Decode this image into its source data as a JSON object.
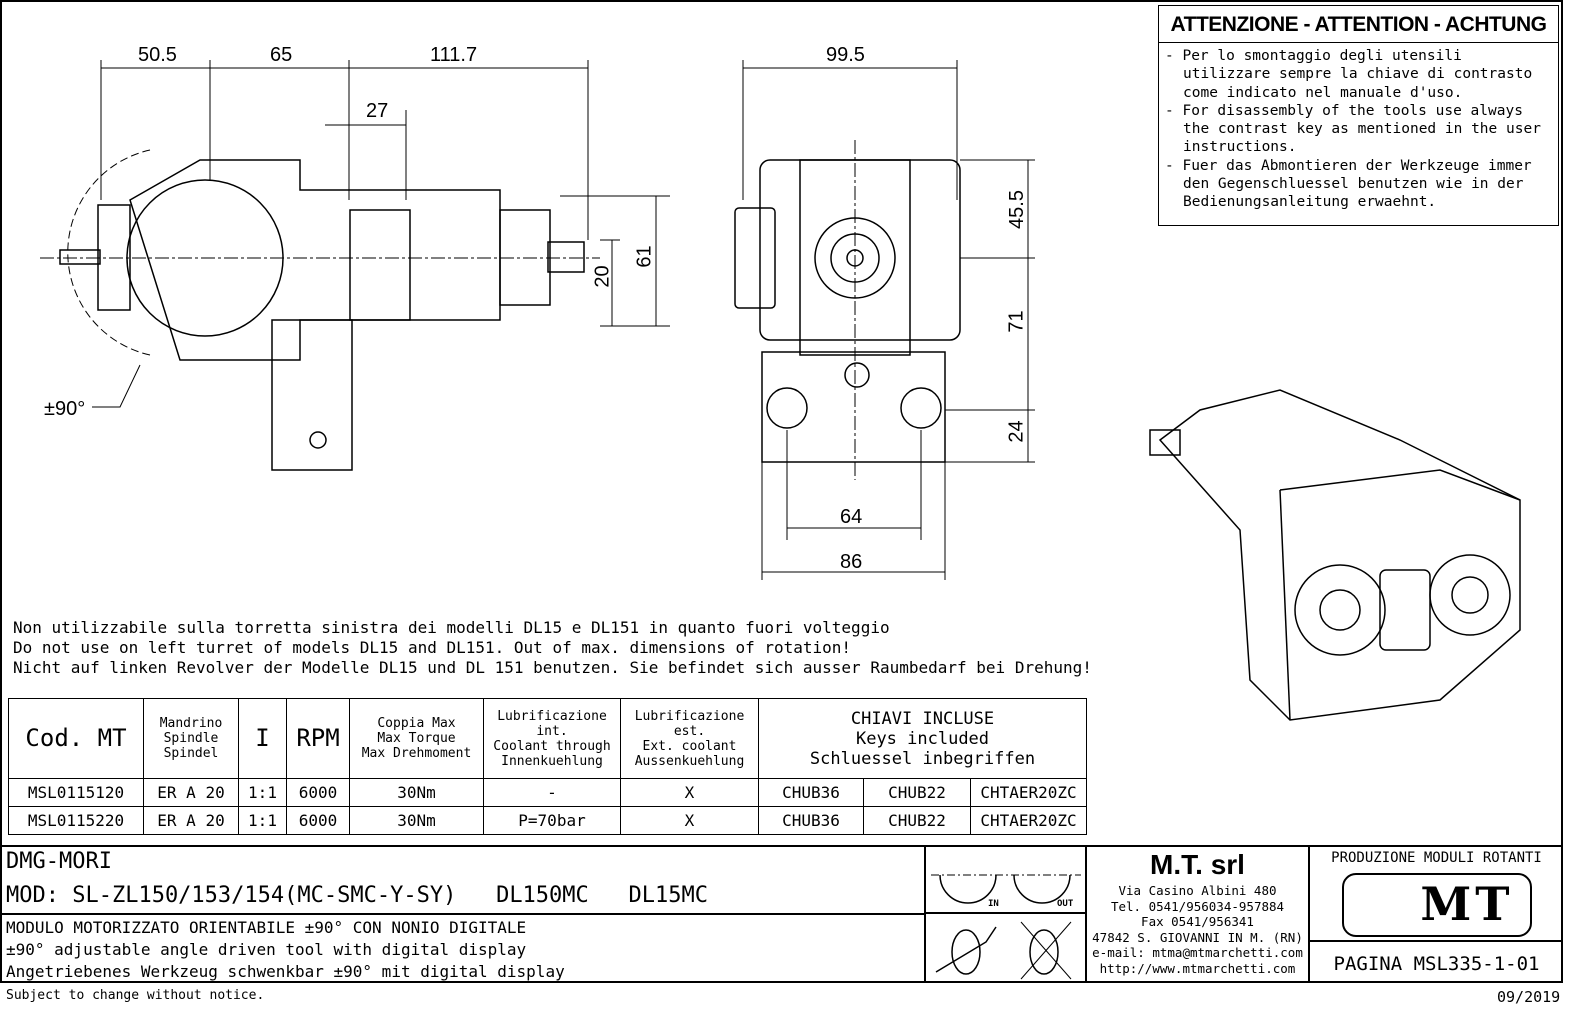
{
  "warning": {
    "title": "ATTENZIONE - ATTENTION - ACHTUNG",
    "items": [
      "- Per lo smontaggio degli utensili utilizzare sempre la chiave di contrasto come indicato nel manuale d'uso.",
      "- For disassembly of the tools use always the contrast key as mentioned in the user instructions.",
      "- Fuer das Abmontieren der Werkzeuge immer den Gegenschluessel benutzen wie in der Bedienungsanleitung erwaehnt."
    ]
  },
  "side_view": {
    "dims": {
      "d1": "50.5",
      "d2": "65",
      "d3": "111.7",
      "d4": "27",
      "d5": "20",
      "d6": "61",
      "angle": "±90°"
    }
  },
  "front_view": {
    "dims": {
      "d1": "99.5",
      "d2": "45.5",
      "d3": "71",
      "d4": "24",
      "d5": "64",
      "d6": "86"
    }
  },
  "notes": [
    "Non utilizzabile sulla torretta sinistra dei modelli DL15 e DL151 in quanto fuori volteggio",
    "Do not use on left turret of models DL15 and DL151. Out of max. dimensions of rotation!",
    "Nicht auf linken Revolver der Modelle DL15 und DL 151 benutzen. Sie befindet sich ausser Raumbedarf bei Drehung!"
  ],
  "table": {
    "headers": {
      "code": "Cod. MT",
      "spindle": [
        "Mandrino",
        "Spindle",
        "Spindel"
      ],
      "ratio": "I",
      "rpm": "RPM",
      "torque": [
        "Coppia Max",
        "Max Torque",
        "Max Drehmoment"
      ],
      "int_cool": [
        "Lubrificazione int.",
        "Coolant through",
        "Innenkuehlung"
      ],
      "ext_cool": [
        "Lubrificazione est.",
        "Ext. coolant",
        "Aussenkuehlung"
      ],
      "keys": [
        "CHIAVI INCLUSE",
        "Keys included",
        "Schluessel inbegriffen"
      ]
    },
    "rows": [
      [
        "MSL0115120",
        "ER A 20",
        "1:1",
        "6000",
        "30Nm",
        "-",
        "X",
        "CHUB36",
        "CHUB22",
        "CHTAER20ZC"
      ],
      [
        "MSL0115220",
        "ER A 20",
        "1:1",
        "6000",
        "30Nm",
        "P=70bar",
        "X",
        "CHUB36",
        "CHUB22",
        "CHTAER20ZC"
      ]
    ]
  },
  "title_block": {
    "machine": "DMG-MORI",
    "model": "MOD: SL-ZL150/153/154(MC-SMC-Y-SY)   DL150MC   DL15MC",
    "desc": [
      "MODULO MOTORIZZATO ORIENTABILE ±90° CON NONIO DIGITALE",
      "±90° adjustable angle driven tool with digital display",
      "Angetriebenes Werkzeug schwenkbar ±90° mit digital display"
    ],
    "icons": {
      "in": "IN",
      "out": "OUT"
    },
    "company": {
      "name": "M.T. srl",
      "lines": [
        "Via Casino Albini 480",
        "Tel. 0541/956034-957884",
        "Fax 0541/956341",
        "47842 S. GIOVANNI IN M. (RN)",
        "e-mail: mtma@mtmarchetti.com",
        "http://www.mtmarchetti.com"
      ]
    },
    "production": "PRODUZIONE MODULI ROTANTI",
    "logo": "MT",
    "page": "PAGINA MSL335-1-01"
  },
  "footer": {
    "notice": "Subject to change without notice.",
    "date": "09/2019"
  }
}
